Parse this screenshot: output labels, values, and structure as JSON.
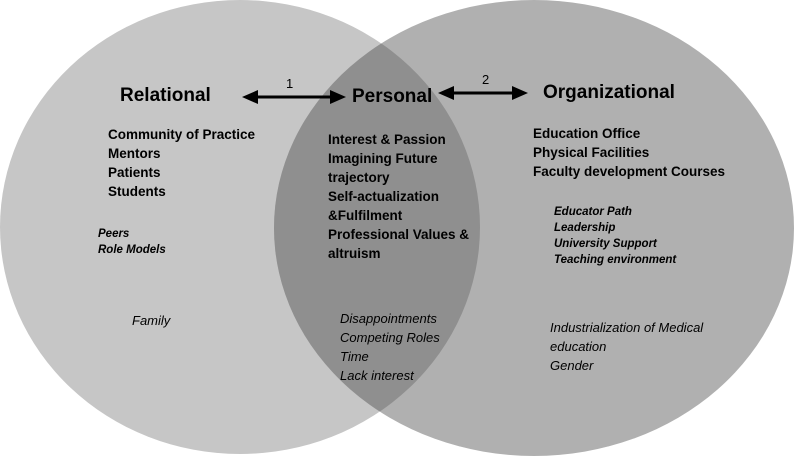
{
  "colors": {
    "left_circle": "#c6c6c6",
    "right_circle": "#b0b0b0",
    "overlap": "#8f8f8f",
    "arrow": "#000000"
  },
  "relational": {
    "heading": "Relational",
    "primary": [
      "Community of Practice",
      "Mentors",
      "Patients",
      "Students"
    ],
    "secondary": [
      "Peers",
      "Role Models"
    ],
    "tertiary": [
      "Family"
    ]
  },
  "personal": {
    "heading": "Personal",
    "primary": [
      "Interest & Passion",
      "Imagining Future",
      "trajectory",
      "Self-actualization",
      "&Fulfilment",
      "Professional Values &",
      "altruism"
    ],
    "tertiary": [
      "Disappointments",
      "Competing Roles",
      "Time",
      "Lack interest"
    ]
  },
  "organizational": {
    "heading": "Organizational",
    "primary": [
      "Education Office",
      "Physical Facilities",
      "Faculty development Courses"
    ],
    "secondary": [
      "Educator Path",
      "Leadership",
      "University  Support",
      "Teaching environment"
    ],
    "tertiary": [
      "Industrialization of Medical",
      "education",
      "Gender"
    ]
  },
  "arrows": {
    "left_label": "1",
    "right_label": "2"
  }
}
